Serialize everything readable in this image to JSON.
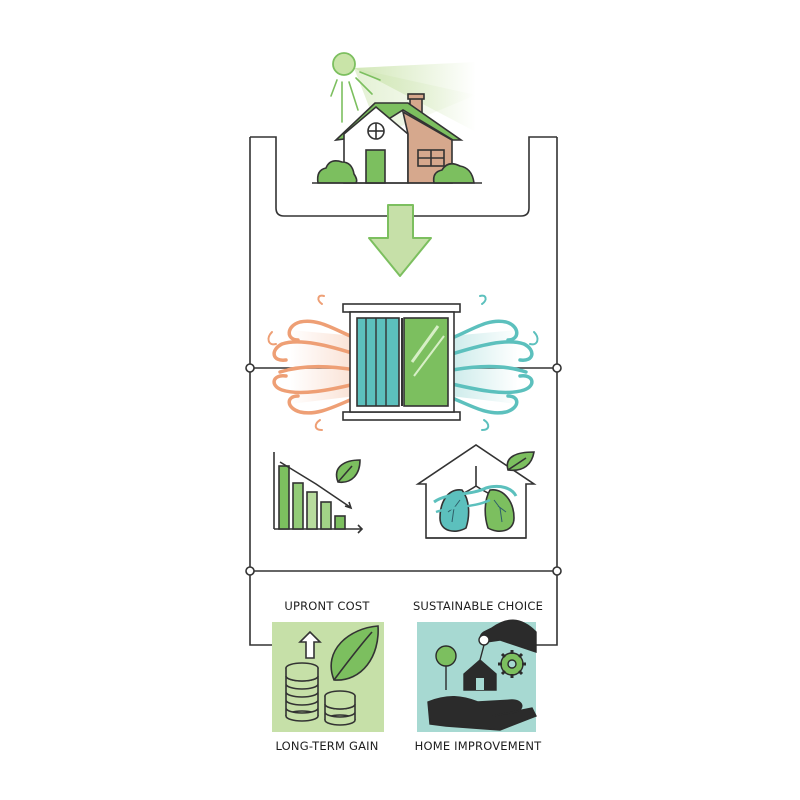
{
  "labels": {
    "upfront_cost": "UPRONT COST",
    "sustainable_choice": "SUSTAINABLE CHOICE",
    "long_term_gain": "LONG-TERM GAIN",
    "home_improvement": "HOME IMPROVEMENT"
  },
  "icons": {
    "house": "house-icon",
    "sun": "sun-icon",
    "arrow": "down-arrow-icon",
    "window": "window-icon",
    "chart": "declining-bar-chart-icon",
    "lungs": "lungs-house-icon",
    "coins": "coins-leaf-icon",
    "hands": "hands-house-key-icon"
  },
  "colors": {
    "green": "#7cbf5f",
    "light_green": "#c6e0a8",
    "teal_bg": "#a7d9d2",
    "orange": "#ee9f75",
    "teal": "#5cc0bd",
    "brown": "#d6a88d",
    "line": "#333333"
  }
}
